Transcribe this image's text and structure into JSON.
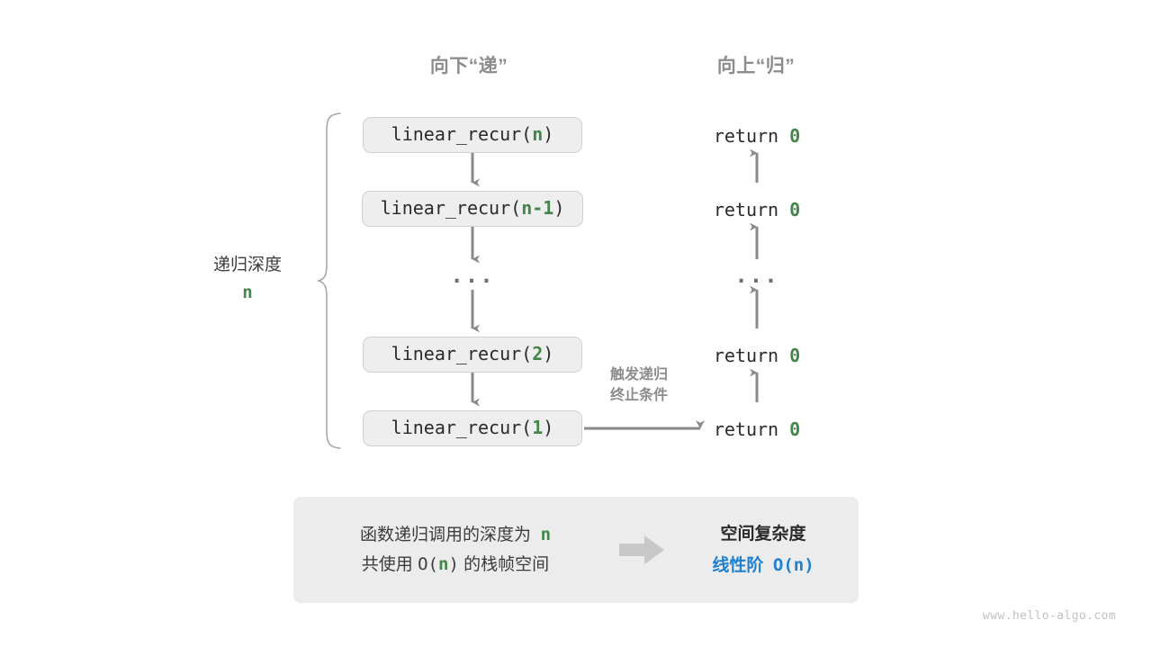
{
  "headers": {
    "down": "向下“递”",
    "up": "向上“归”"
  },
  "depth_annotation": {
    "label": "递归深度",
    "value": "n"
  },
  "call_stack": {
    "boxes": [
      {
        "prefix": "linear_recur(",
        "arg": "n",
        "suffix": ")"
      },
      {
        "prefix": "linear_recur(",
        "arg": "n-1",
        "suffix": ")"
      },
      {
        "prefix": "linear_recur(",
        "arg": "2",
        "suffix": ")"
      },
      {
        "prefix": "linear_recur(",
        "arg": "1",
        "suffix": ")"
      }
    ],
    "ellipsis": "···"
  },
  "returns": {
    "items": [
      {
        "keyword": "return",
        "value": "0"
      },
      {
        "keyword": "return",
        "value": "0"
      },
      {
        "keyword": "return",
        "value": "0"
      },
      {
        "keyword": "return",
        "value": "0"
      }
    ],
    "ellipsis": "···"
  },
  "base_case_note": {
    "line1": "触发递归",
    "line2": "终止条件"
  },
  "summary": {
    "left_line1_pre": "函数递归调用的深度为",
    "left_line1_n": "n",
    "left_line2_pre": "共使用",
    "left_line2_big_open": "O(",
    "left_line2_n": "n",
    "left_line2_big_close": ")",
    "left_line2_post": "的栈帧空间",
    "arrow_icon": "right-block-arrow-icon",
    "right_title": "空间复杂度",
    "right_value_label": "线性阶",
    "right_value_notation": "O(n)"
  },
  "footer": {
    "url": "www.hello-algo.com"
  },
  "colors": {
    "accent_green": "#44864a",
    "accent_blue": "#2080d0",
    "box_fill": "#eeeeee",
    "box_border": "#d0d0d0",
    "arrow_gray": "#8a8a8a",
    "header_gray": "#8c8c8c",
    "panel_fill": "#ececec",
    "footer_gray": "#c2c2c2"
  }
}
